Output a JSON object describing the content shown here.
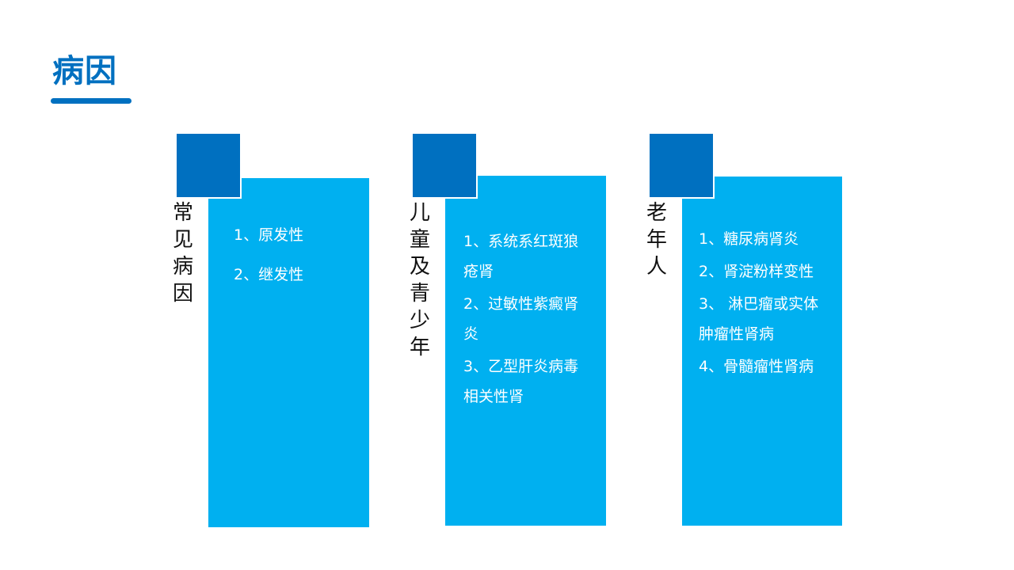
{
  "slide": {
    "title": "病因",
    "accent_color": "#0070c0",
    "panel_color": "#00b0f0"
  },
  "cards": [
    {
      "label": "常见病因",
      "items": [
        "1、原发性",
        "2、继发性"
      ]
    },
    {
      "label": "儿童及青少年",
      "items": [
        "1、系统系红斑狼疮肾",
        "2、过敏性紫癜肾炎",
        "3、乙型肝炎病毒相关性肾"
      ]
    },
    {
      "label": "老年人",
      "items": [
        "1、糖尿病肾炎",
        "2、肾淀粉样变性",
        "3、 淋巴瘤或实体肿瘤性肾病",
        "4、骨髓瘤性肾病"
      ]
    }
  ]
}
